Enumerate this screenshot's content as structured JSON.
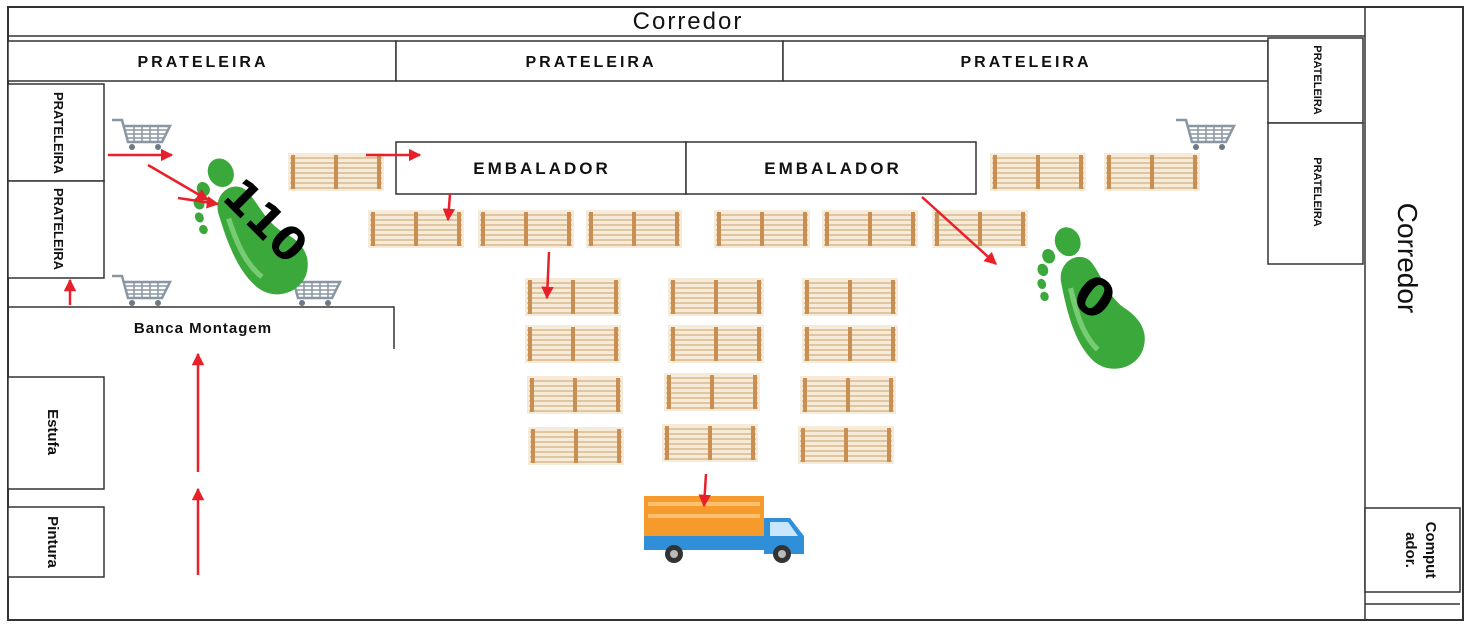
{
  "corridor_top": "Corredor",
  "corridor_right": "Corredor",
  "shelf_top": [
    "PRATELEIRA",
    "PRATELEIRA",
    "PRATELEIRA"
  ],
  "shelf_left": [
    "PRATELEIRA",
    "PRATELEIRA"
  ],
  "shelf_right": [
    "PRATELEIRA",
    "PRATELEIRA"
  ],
  "packers": [
    "EMBALADOR",
    "EMBALADOR"
  ],
  "assembly_bench": "Banca Montagem",
  "oven": "Estufa",
  "painting": "Pintura",
  "computer": [
    "Comput",
    "ador."
  ],
  "footprints": {
    "left_value": "110",
    "right_value": "0"
  },
  "colors": {
    "arrow": "#e8202a",
    "foot": "#3aa83a",
    "pallet": "#e9d3b3",
    "truck_cargo": "#f59a2b",
    "truck_cab": "#2f8fd8"
  },
  "icons": [
    "shopping-cart-icon",
    "footprint-icon",
    "truck-icon",
    "pallet-icon",
    "arrow-icon"
  ]
}
